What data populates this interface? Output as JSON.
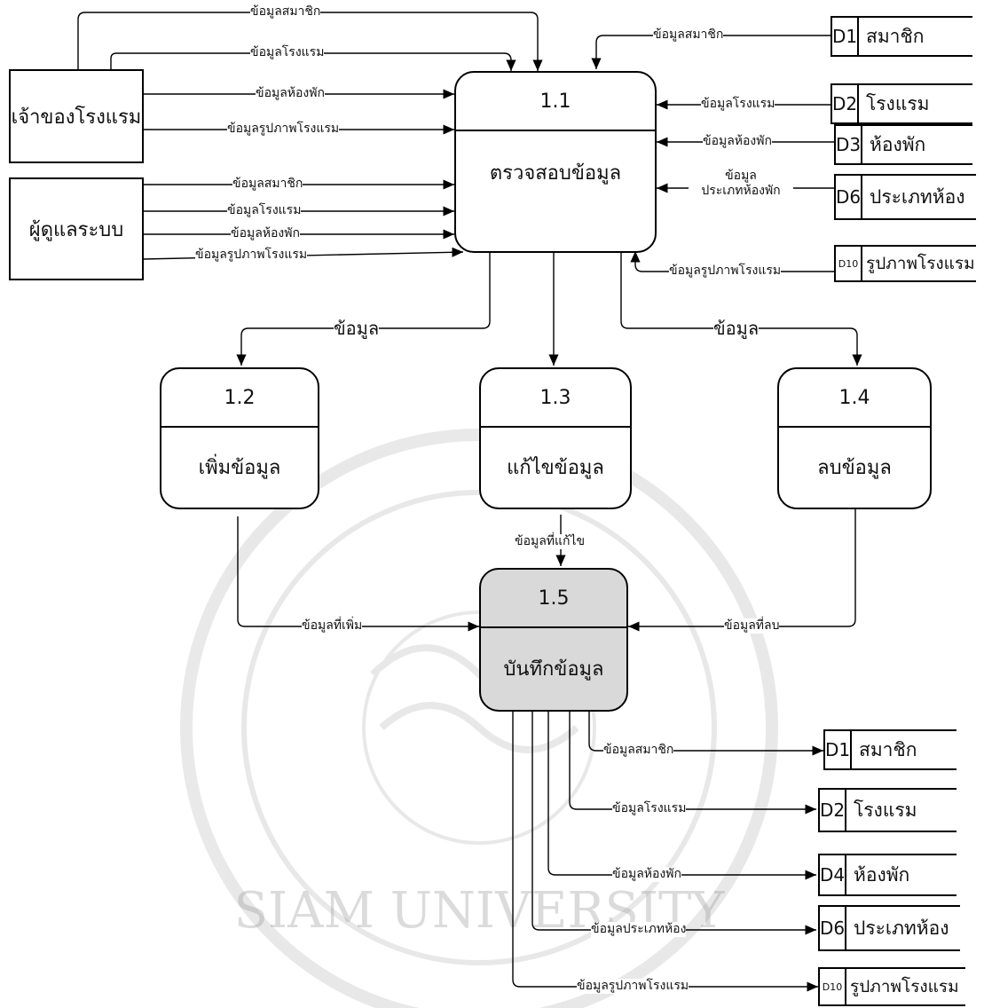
{
  "external_entities": {
    "hotel_owner": "เจ้าของโรงแรม",
    "admin": "ผู้ดูแลระบบ"
  },
  "processes": {
    "p1_1": {
      "id": "1.1",
      "name": "ตรวจสอบข้อมูล"
    },
    "p1_2": {
      "id": "1.2",
      "name": "เพิ่มข้อมูล"
    },
    "p1_3": {
      "id": "1.3",
      "name": "แก้ไขข้อมูล"
    },
    "p1_4": {
      "id": "1.4",
      "name": "ลบข้อมูล"
    },
    "p1_5": {
      "id": "1.5",
      "name": "บันทึกข้อมูล"
    }
  },
  "stores_in": [
    {
      "id": "D1",
      "name": "สมาชิก"
    },
    {
      "id": "D2",
      "name": "โรงแรม"
    },
    {
      "id": "D3",
      "name": "ห้องพัก"
    },
    {
      "id": "D6",
      "name": "ประเภทห้อง"
    },
    {
      "id": "D10",
      "name": "รูปภาพโรงแรม"
    }
  ],
  "stores_out": [
    {
      "id": "D1",
      "name": "สมาชิก"
    },
    {
      "id": "D2",
      "name": "โรงแรม"
    },
    {
      "id": "D4",
      "name": "ห้องพัก"
    },
    {
      "id": "D6",
      "name": "ประเภทห้อง"
    },
    {
      "id": "D10",
      "name": "รูปภาพโรงแรม"
    }
  ],
  "flows": {
    "member_data": "ข้อมูลสมาชิก",
    "hotel_data": "ข้อมูลโรงแรม",
    "room_data": "ข้อมูลห้องพัก",
    "hotel_image_data": "ข้อมูลรูปภาพโรงแรม",
    "room_type_data_line1": "ข้อมูล",
    "room_type_data_line2": "ประเภทห้องพัก",
    "data": "ข้อมูล",
    "edited_data": "ข้อมูลที่แก้ไข",
    "added_data": "ข้อมูลที่เพิ่ม",
    "deleted_data": "ข้อมูลที่ลบ",
    "room_type_out": "ข้อมูลประเภทห้อง"
  },
  "watermark": {
    "text": "SIAM UNIVERSITY"
  }
}
